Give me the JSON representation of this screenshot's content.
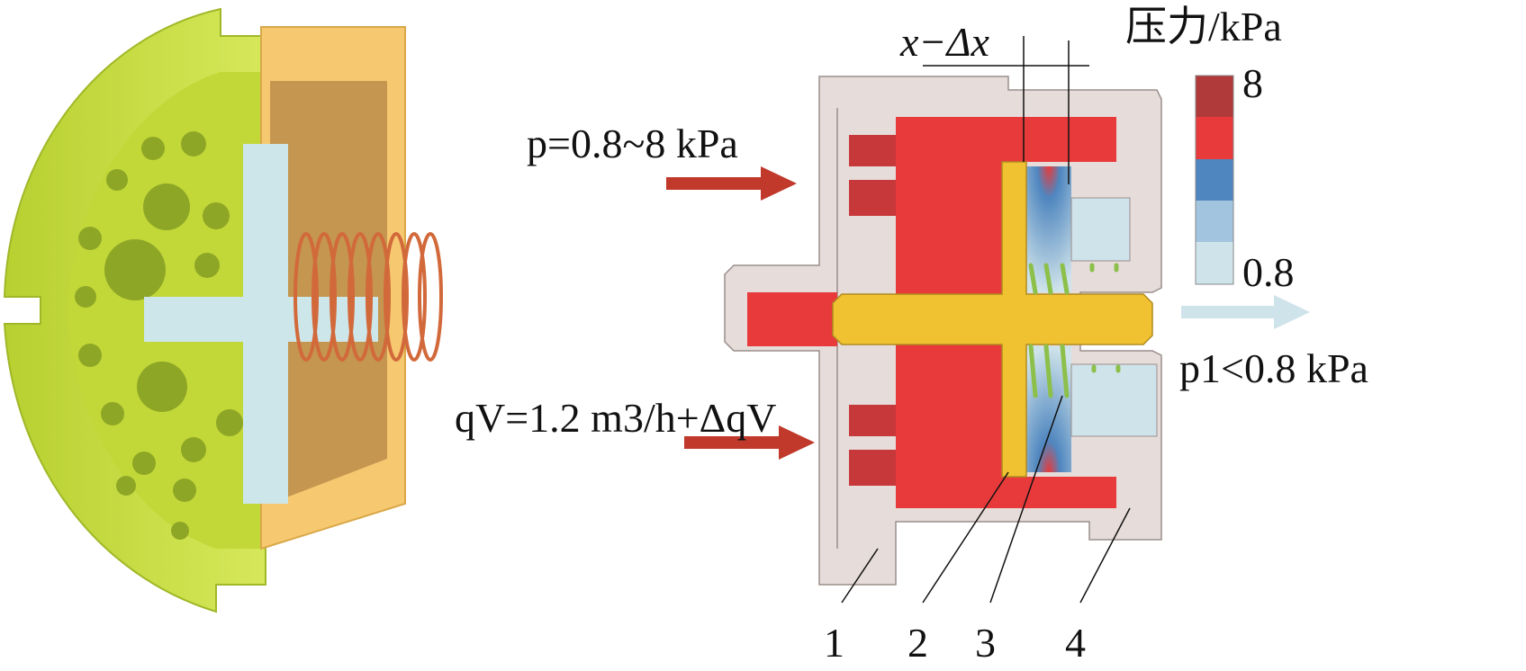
{
  "labels": {
    "inlet_pressure": "p=0.8~8 kPa",
    "inlet_flow": "qV=1.2 m3/h+ΔqV",
    "displacement": "x−Δx",
    "outlet_pressure": "p1<0.8 kPa",
    "legend_title": "压力/kPa",
    "legend_max": "8",
    "legend_min": "0.8",
    "part_1": "1",
    "part_2": "2",
    "part_3": "3",
    "part_4": "4"
  },
  "legend": {
    "colors": [
      "#b0393a",
      "#e83a3a",
      "#4f86bf",
      "#a3c4de",
      "#cfe3ea"
    ]
  },
  "colors": {
    "body": "#e6dcda",
    "high_pressure": "#e83a3a",
    "valve_core": "#f0c232",
    "low_pressure": "#cfe3ea",
    "spring": "#8cc04a",
    "housing_green": "#c8dc3e",
    "housing_orange": "#f6c870",
    "arrow_in": "#c0392b",
    "arrow_out": "#cfe3ea"
  }
}
